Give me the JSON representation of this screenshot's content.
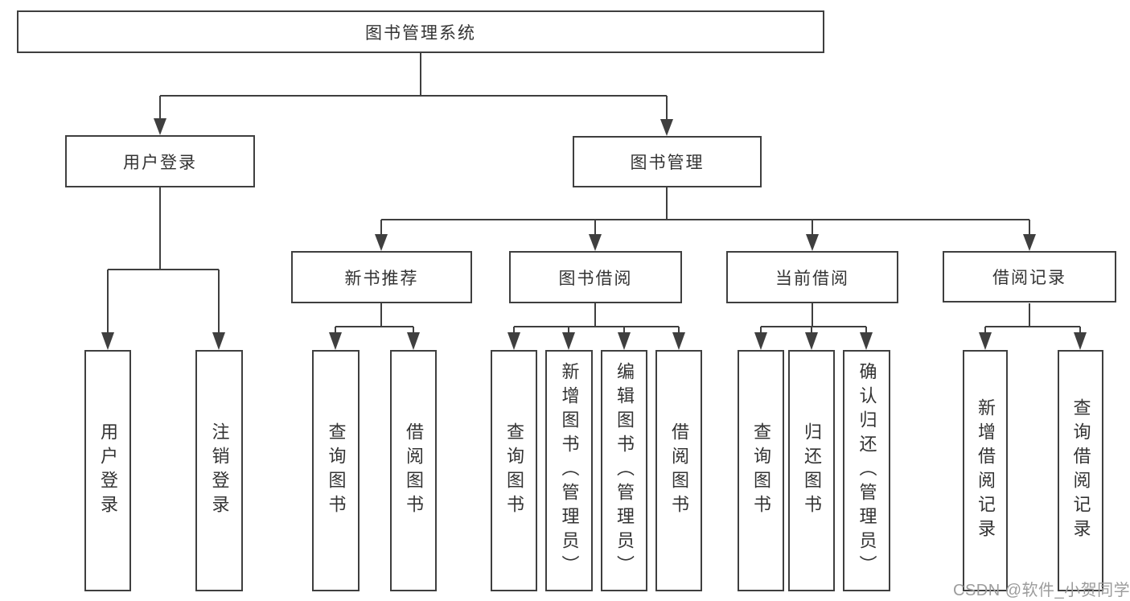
{
  "tree": {
    "root": {
      "label": "图书管理系统"
    },
    "login": {
      "label": "用户登录",
      "children": [
        {
          "label": "用户登录"
        },
        {
          "label": "注销登录"
        }
      ]
    },
    "manage": {
      "label": "图书管理",
      "groups": [
        {
          "label": "新书推荐",
          "children": [
            {
              "label": "查询图书"
            },
            {
              "label": "借阅图书"
            }
          ]
        },
        {
          "label": "图书借阅",
          "children": [
            {
              "label": "查询图书"
            },
            {
              "label": "新增图书（管理员）"
            },
            {
              "label": "编辑图书（管理员）"
            },
            {
              "label": "借阅图书"
            }
          ]
        },
        {
          "label": "当前借阅",
          "children": [
            {
              "label": "查询图书"
            },
            {
              "label": "归还图书"
            },
            {
              "label": "确认归还（管理员）"
            }
          ]
        },
        {
          "label": "借阅记录",
          "children": [
            {
              "label": "新增借阅记录"
            },
            {
              "label": "查询借阅记录"
            }
          ]
        }
      ]
    }
  },
  "colors": {
    "line": "#3f3f3f",
    "text": "#333333",
    "watermark": "#9c9c9c"
  },
  "watermark": {
    "text": "CSDN @软件_小贺同学"
  }
}
